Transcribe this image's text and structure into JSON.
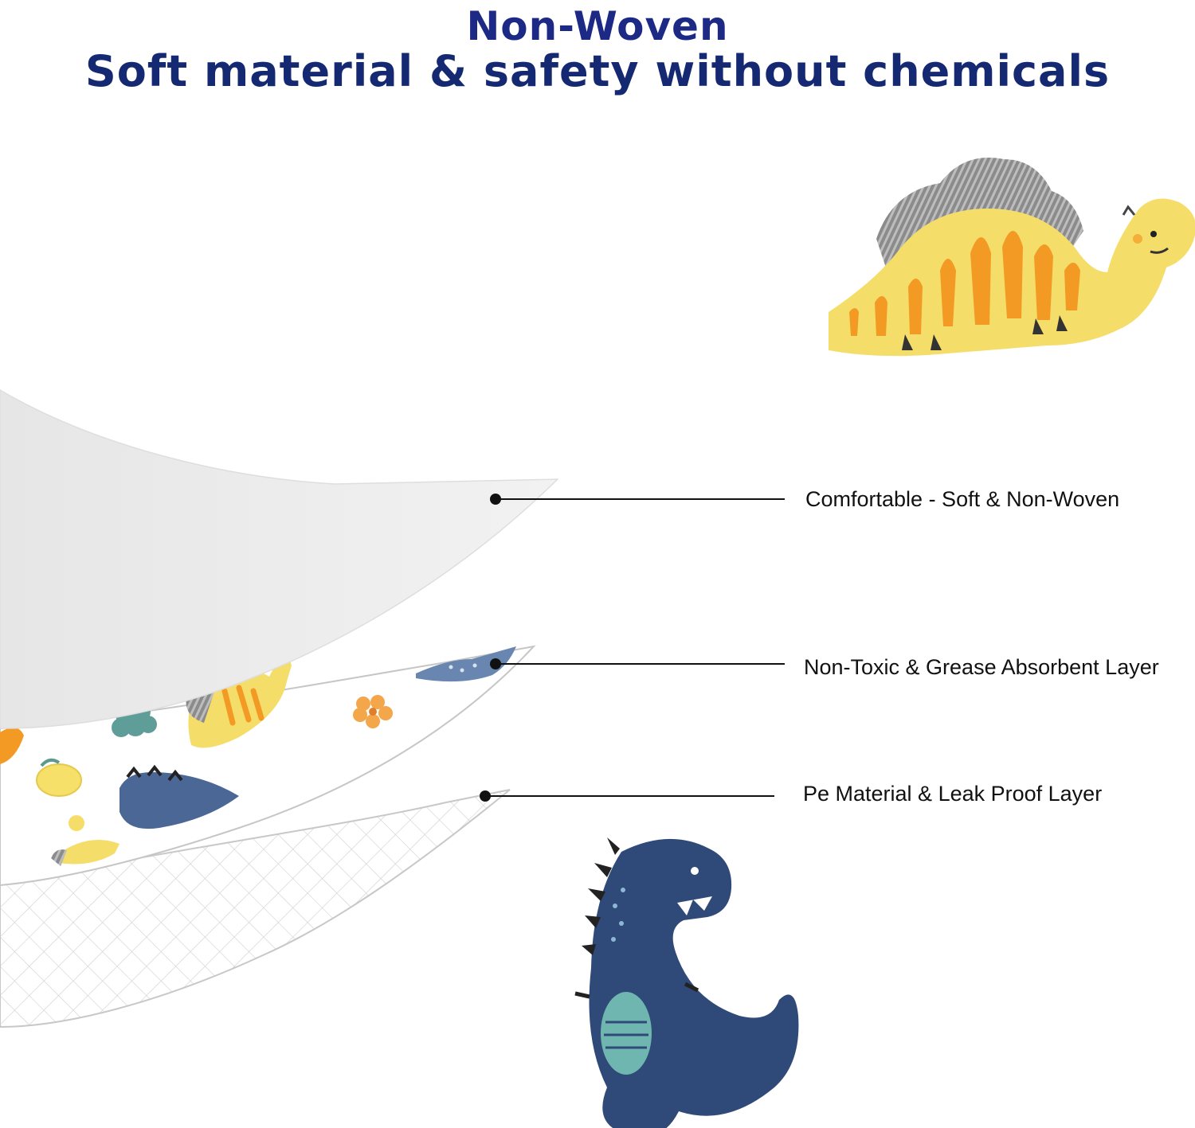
{
  "header": {
    "title_line1": "Non-Woven",
    "title_line2": "Soft material & safety without chemicals"
  },
  "layers": [
    {
      "label": "Comfortable - Soft & Non-Woven"
    },
    {
      "label": "Non-Toxic & Grease Absorbent Layer"
    },
    {
      "label": "Pe Material & Leak Proof Layer"
    }
  ],
  "colors": {
    "title": "#1c2a86",
    "stego_body": "#f5dd6a",
    "stego_stripes": "#f39a25",
    "rex_body": "#2f4a78",
    "rex_belly": "#6fb6b0"
  }
}
